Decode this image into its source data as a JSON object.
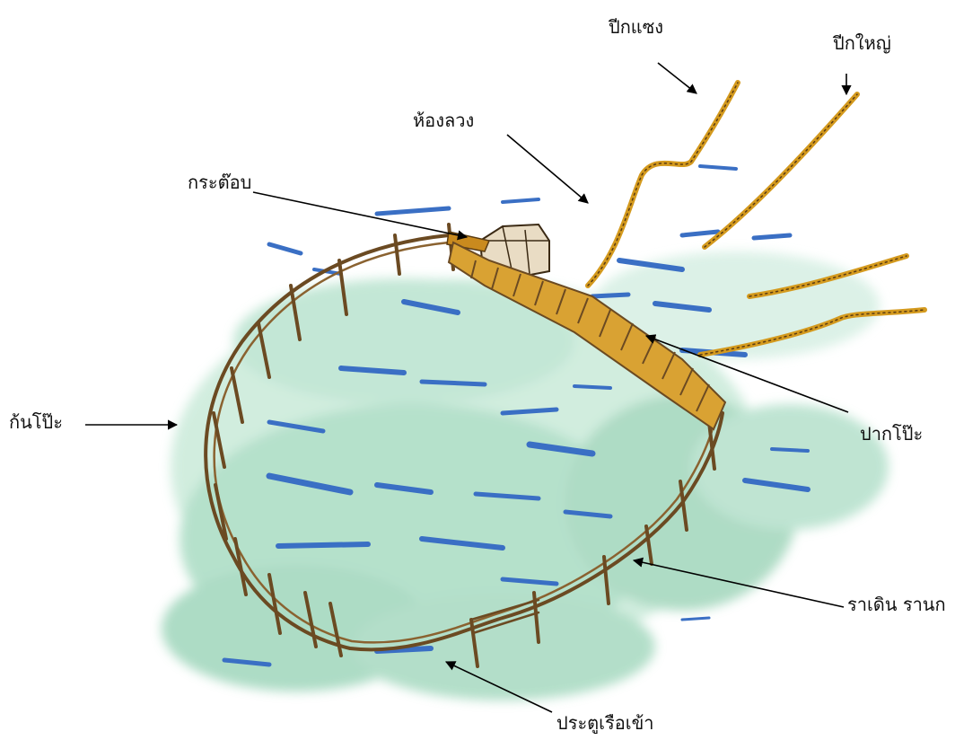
{
  "labels": {
    "pik_saeng": "ปีกแซง",
    "pik_yai": "ปีกใหญ่",
    "hong_luang": "ห้องลวง",
    "kra_taob": "กระต๊อบ",
    "kan_po": "ก้นโป๊ะ",
    "pak_po": "ปากโป๊ะ",
    "ra_doen_ran_kai": "ราเดิน รานก",
    "pratu_ruea_khao": "ประตูเรือเข้า"
  },
  "colors": {
    "water_green": "#9fd9be",
    "water_blue": "#3a6fc4",
    "pole_brown": "#6b4a22",
    "stake_gold": "#d49a1e",
    "arrow": "#000000"
  }
}
